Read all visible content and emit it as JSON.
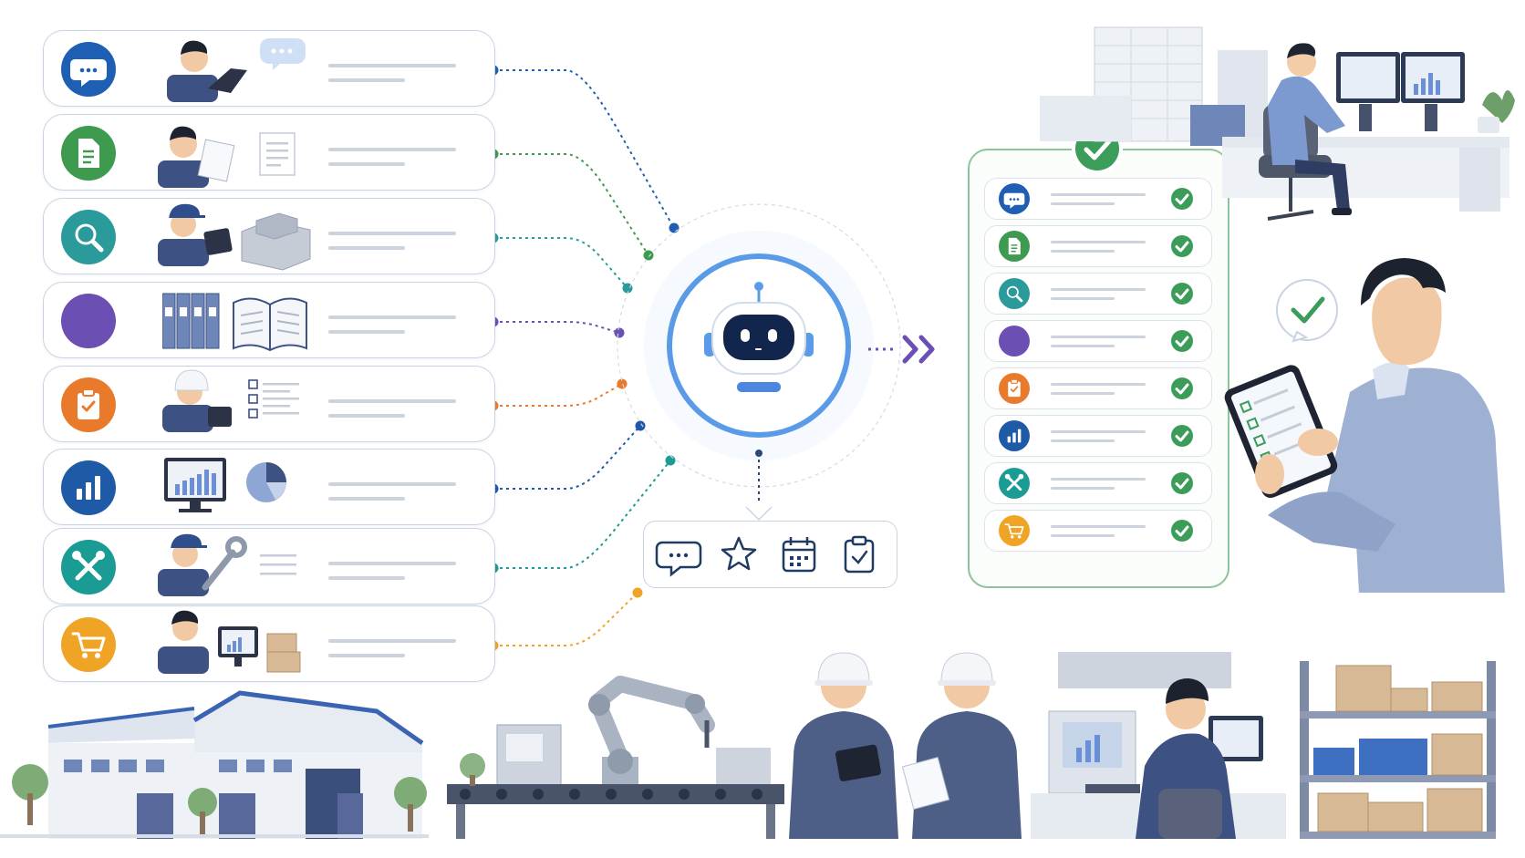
{
  "colors": {
    "chat": "#1f5fb3",
    "document": "#3e9a4f",
    "search": "#2a9a9a",
    "manual": "#6b4fb2",
    "checklist": "#ea7a2b",
    "analytics": "#1e5aa6",
    "maintenance": "#1a9c94",
    "purchasing": "#efa425",
    "accent_purple": "#6b4fb2",
    "success": "#3c9c5a",
    "robot_ring": "#5a9be8"
  },
  "input_cards": [
    {
      "icon": "chat-bubble-icon",
      "color_key": "chat",
      "scene": "worker-with-laptop"
    },
    {
      "icon": "document-icon",
      "color_key": "document",
      "scene": "worker-reading-document"
    },
    {
      "icon": "magnifier-icon",
      "color_key": "search",
      "scene": "worker-inspecting-part"
    },
    {
      "icon": "open-book-icon",
      "color_key": "manual",
      "scene": "binders-and-manual"
    },
    {
      "icon": "clipboard-check-icon",
      "color_key": "checklist",
      "scene": "worker-with-checklist"
    },
    {
      "icon": "bar-chart-icon",
      "color_key": "analytics",
      "scene": "monitor-and-pie-chart"
    },
    {
      "icon": "wrench-screwdriver-icon",
      "color_key": "maintenance",
      "scene": "mechanic-with-wrench"
    },
    {
      "icon": "shopping-cart-icon",
      "color_key": "purchasing",
      "scene": "worker-at-computer-with-boxes"
    }
  ],
  "assistant": {
    "icon": "robot-icon"
  },
  "tools": [
    {
      "icon": "chat-bubble-icon"
    },
    {
      "icon": "star-icon"
    },
    {
      "icon": "calendar-icon"
    },
    {
      "icon": "clipboard-check-icon"
    }
  ],
  "result_rows": [
    {
      "icon": "chat-bubble-icon",
      "color_key": "chat",
      "status": "done"
    },
    {
      "icon": "document-icon",
      "color_key": "document",
      "status": "done"
    },
    {
      "icon": "magnifier-icon",
      "color_key": "search",
      "status": "done"
    },
    {
      "icon": "open-book-icon",
      "color_key": "manual",
      "status": "done"
    },
    {
      "icon": "clipboard-check-icon",
      "color_key": "checklist",
      "status": "done"
    },
    {
      "icon": "bar-chart-icon",
      "color_key": "analytics",
      "status": "done"
    },
    {
      "icon": "wrench-screwdriver-icon",
      "color_key": "maintenance",
      "status": "done"
    },
    {
      "icon": "shopping-cart-icon",
      "color_key": "purchasing",
      "status": "done"
    }
  ],
  "scenes": [
    "office-worker-at-desk",
    "worker-with-tablet",
    "factory-building",
    "robot-arm-production-line",
    "engineers-reviewing",
    "control-room-operator",
    "warehouse-shelving"
  ]
}
